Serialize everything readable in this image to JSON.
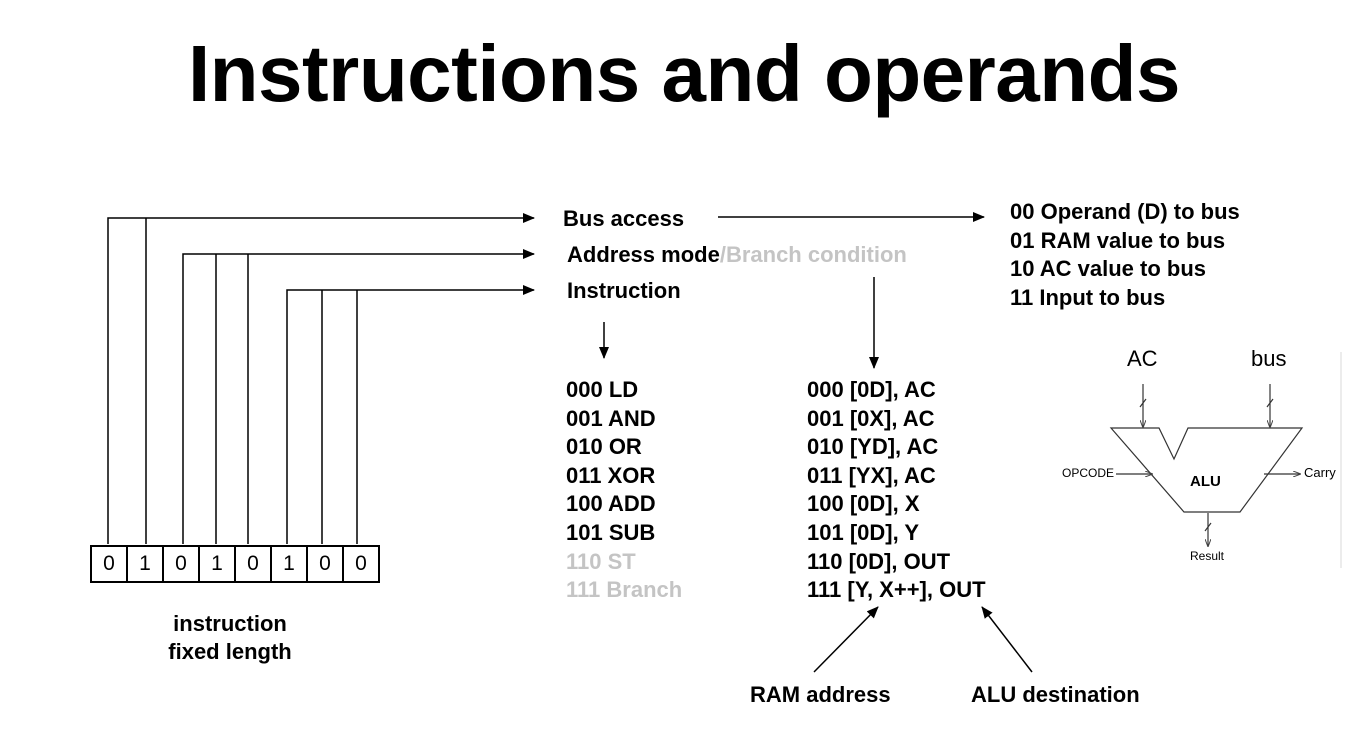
{
  "title": "Instructions and operands",
  "fields": {
    "bus_access": "Bus access",
    "address_mode": "Address mode",
    "branch_condition": "/Branch condition",
    "instruction": "Instruction"
  },
  "bus_values": [
    "00 Operand (D) to bus",
    "01 RAM value to bus",
    "10 AC value to bus",
    "11 Input to bus"
  ],
  "instructions": [
    {
      "text": "000 LD",
      "faded": false
    },
    {
      "text": "001 AND",
      "faded": false
    },
    {
      "text": "010 OR",
      "faded": false
    },
    {
      "text": "011 XOR",
      "faded": false
    },
    {
      "text": "100 ADD",
      "faded": false
    },
    {
      "text": "101 SUB",
      "faded": false
    },
    {
      "text": "110 ST",
      "faded": true
    },
    {
      "text": "111 Branch",
      "faded": true
    }
  ],
  "address_modes": [
    "000 [0D], AC",
    "001 [0X], AC",
    "010 [YD], AC",
    "011 [YX], AC",
    "100 [0D], X",
    "101 [0D], Y",
    "110 [0D], OUT",
    "111 [Y, X++], OUT"
  ],
  "bits": [
    "0",
    "1",
    "0",
    "1",
    "0",
    "1",
    "0",
    "0"
  ],
  "caption": {
    "line1": "instruction",
    "line2": "fixed length"
  },
  "labels": {
    "ram_address": "RAM address",
    "alu_destination": "ALU destination"
  },
  "alu": {
    "input_left": "AC",
    "input_right": "bus",
    "opcode": "OPCODE",
    "name": "ALU",
    "carry": "Carry",
    "result": "Result"
  },
  "colors": {
    "text": "#000000",
    "faded": "#c4c4c4"
  }
}
